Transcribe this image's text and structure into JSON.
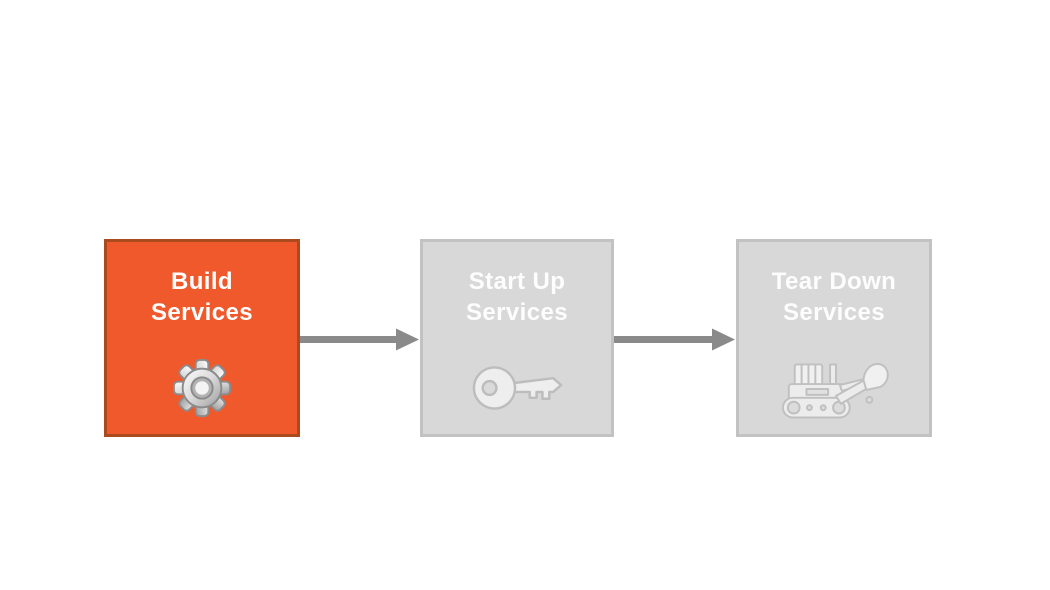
{
  "page": {
    "background": "#FFFFFF"
  },
  "diagram": {
    "arrow_color": "#8A8A8A",
    "steps": [
      {
        "id": "build-services",
        "label": "Build Services",
        "label_lines": [
          "Build",
          "Services"
        ],
        "icon": "gear-icon",
        "state": "active",
        "fill": "#F0592B",
        "border": "#A94B1E",
        "text_color": "#FFFFFF"
      },
      {
        "id": "start-up-services",
        "label": "Start Up Services",
        "label_lines": [
          "Start Up",
          "Services"
        ],
        "icon": "key-icon",
        "state": "inactive",
        "fill": "#D8D8D8",
        "border": "#C2C2C2",
        "text_color": "#FDFDFD"
      },
      {
        "id": "tear-down-services",
        "label": "Tear Down Services",
        "label_lines": [
          "Tear Down",
          "Services"
        ],
        "icon": "bulldozer-icon",
        "state": "inactive",
        "fill": "#D8D8D8",
        "border": "#C2C2C2",
        "text_color": "#FDFDFD"
      }
    ],
    "arrows": [
      {
        "from": "build-services",
        "to": "start-up-services"
      },
      {
        "from": "start-up-services",
        "to": "tear-down-services"
      }
    ]
  }
}
